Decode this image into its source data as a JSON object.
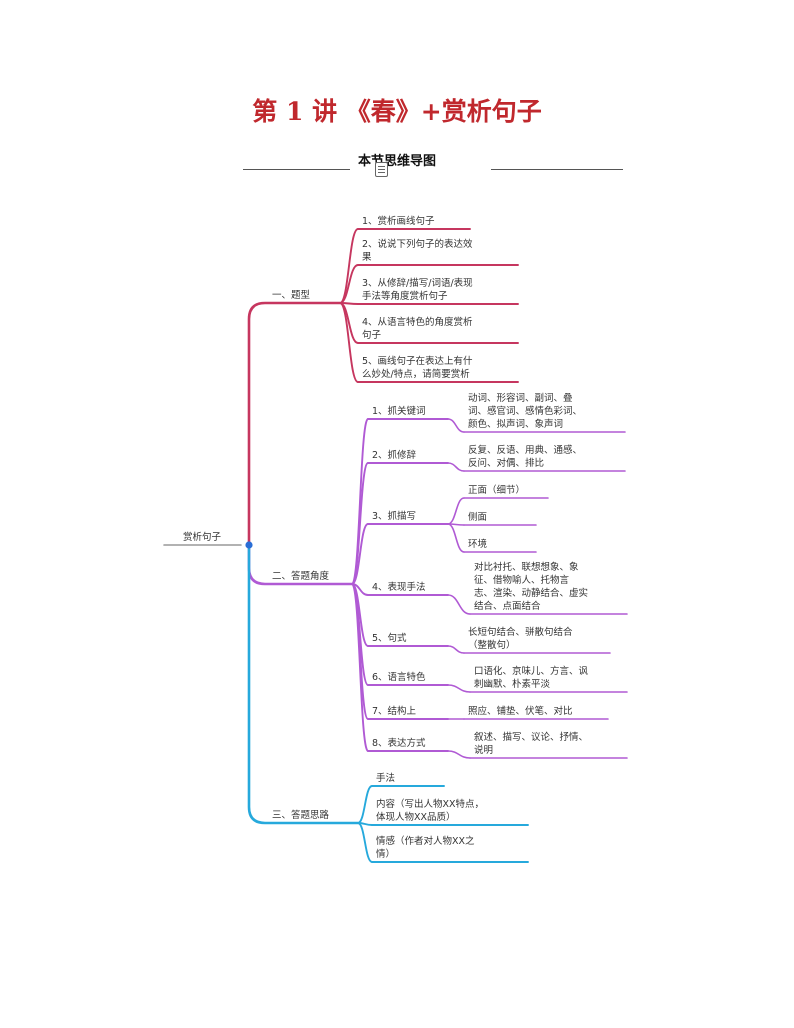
{
  "title": "第 1 讲 《春》+赏析句子",
  "subtitle": "本节思维导图",
  "colors": {
    "title": "#c0282d",
    "type": "#c6365f",
    "angle": "#b05ad4",
    "idea": "#26a9dc",
    "root": "#999999",
    "dot": "#2a6ed6"
  },
  "mindmap": {
    "root": "赏析句子",
    "branches": [
      {
        "label": "一、题型",
        "color": "type",
        "items": [
          {
            "label": [
              "1、赏析画线句子"
            ]
          },
          {
            "label": [
              "2、说说下列句子的表达效",
              "果"
            ]
          },
          {
            "label": [
              "3、从修辞/描写/词语/表现",
              "手法等角度赏析句子"
            ]
          },
          {
            "label": [
              "4、从语言特色的角度赏析",
              "句子"
            ]
          },
          {
            "label": [
              "5、画线句子在表达上有什",
              "么妙处/特点，请简要赏析"
            ]
          }
        ]
      },
      {
        "label": "二、答题角度",
        "color": "angle",
        "items": [
          {
            "label": [
              "1、抓关键词"
            ],
            "subs": [
              [
                "动词、形容词、副词、叠",
                "词、感官词、感情色彩词、",
                "颜色、拟声词、象声词"
              ]
            ]
          },
          {
            "label": [
              "2、抓修辞"
            ],
            "subs": [
              [
                "反复、反语、用典、通感、",
                "反问、对偶、排比"
              ]
            ]
          },
          {
            "label": [
              "3、抓描写"
            ],
            "subs": [
              [
                "正面（细节）"
              ],
              [
                "侧面"
              ],
              [
                "环境"
              ]
            ]
          },
          {
            "label": [
              "4、表现手法"
            ],
            "subs": [
              [
                "对比衬托、联想想象、象",
                "征、借物喻人、托物言",
                "志、渲染、动静结合、虚实",
                "结合、点面结合"
              ]
            ]
          },
          {
            "label": [
              "5、句式"
            ],
            "subs": [
              [
                "长短句结合、骈散句结合",
                "（整散句）"
              ]
            ]
          },
          {
            "label": [
              "6、语言特色"
            ],
            "subs": [
              [
                "口语化、京味儿、方言、讽",
                "刺幽默、朴素平淡"
              ]
            ]
          },
          {
            "label": [
              "7、结构上"
            ],
            "subs": [
              [
                "照应、铺垫、伏笔、对比"
              ]
            ]
          },
          {
            "label": [
              "8、表达方式"
            ],
            "subs": [
              [
                "叙述、描写、议论、抒情、",
                "说明"
              ]
            ]
          }
        ]
      },
      {
        "label": "三、答题思路",
        "color": "idea",
        "items": [
          {
            "label": [
              "手法"
            ]
          },
          {
            "label": [
              "内容（写出人物XX特点，",
              "体现人物XX品质）"
            ]
          },
          {
            "label": [
              "情感（作者对人物XX之",
              "情）"
            ]
          }
        ]
      }
    ]
  }
}
